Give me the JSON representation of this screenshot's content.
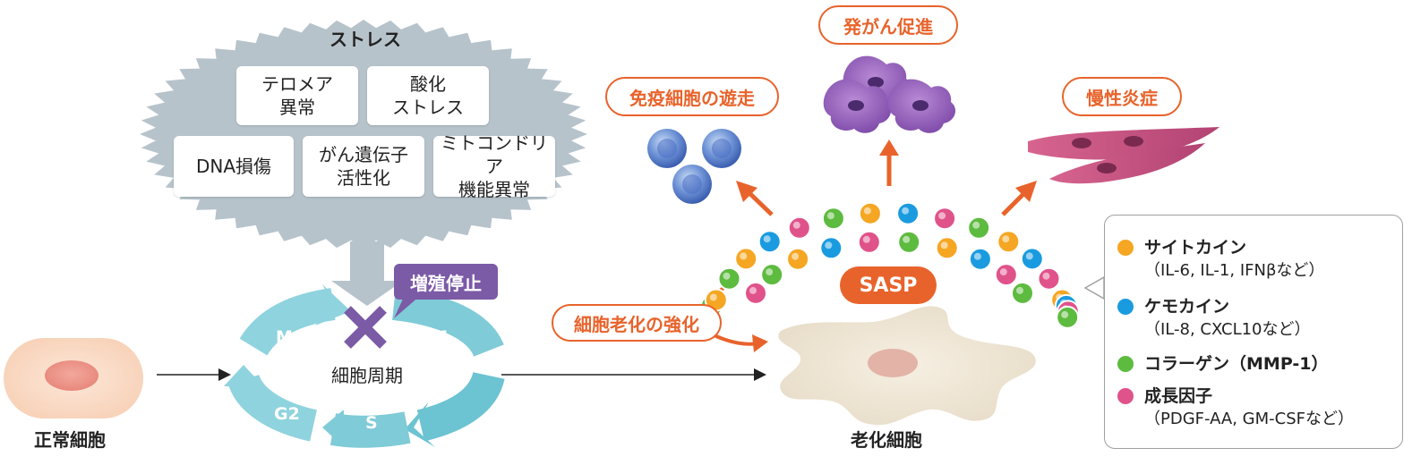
{
  "stress": {
    "title": "ストレス",
    "factors": [
      "テロメア\n異常",
      "酸化\nストレス",
      "DNA損傷",
      "がん遺伝子\n活性化",
      "ミトコンドリア\n機能異常"
    ]
  },
  "arrest_label": "増殖停止",
  "cell_cycle": {
    "center_label": "細胞周期",
    "phases": [
      "M",
      "G1",
      "G2",
      "S"
    ]
  },
  "normal_cell_label": "正常細胞",
  "senescent_cell_label": "老化細胞",
  "reinforce_label": "細胞老化の強化",
  "sasp_label": "SASP",
  "effects": [
    "免疫細胞の遊走",
    "発がん促進",
    "慢性炎症"
  ],
  "legend": [
    {
      "name": "サイトカイン",
      "sub": "（IL-6, IL-1, IFNβなど）",
      "color": "#f5a623"
    },
    {
      "name": "ケモカイン",
      "sub": "（IL-8, CXCL10など）",
      "color": "#1a9be0"
    },
    {
      "name": "コラーゲン（MMP-1）",
      "sub": "",
      "color": "#5dbb3f"
    },
    {
      "name": "成長因子",
      "sub": "（PDGF-AA, GM-CSFなど）",
      "color": "#e0528a"
    }
  ],
  "colors": {
    "accent": "#e8632b",
    "stress_cloud": "#b8c4cc",
    "cycle": "#7fcfda",
    "arrest": "#7b5aa6",
    "cytokine": "#f5a623",
    "chemokine": "#1a9be0",
    "collagen": "#5dbb3f",
    "growth_factor": "#e0528a"
  }
}
